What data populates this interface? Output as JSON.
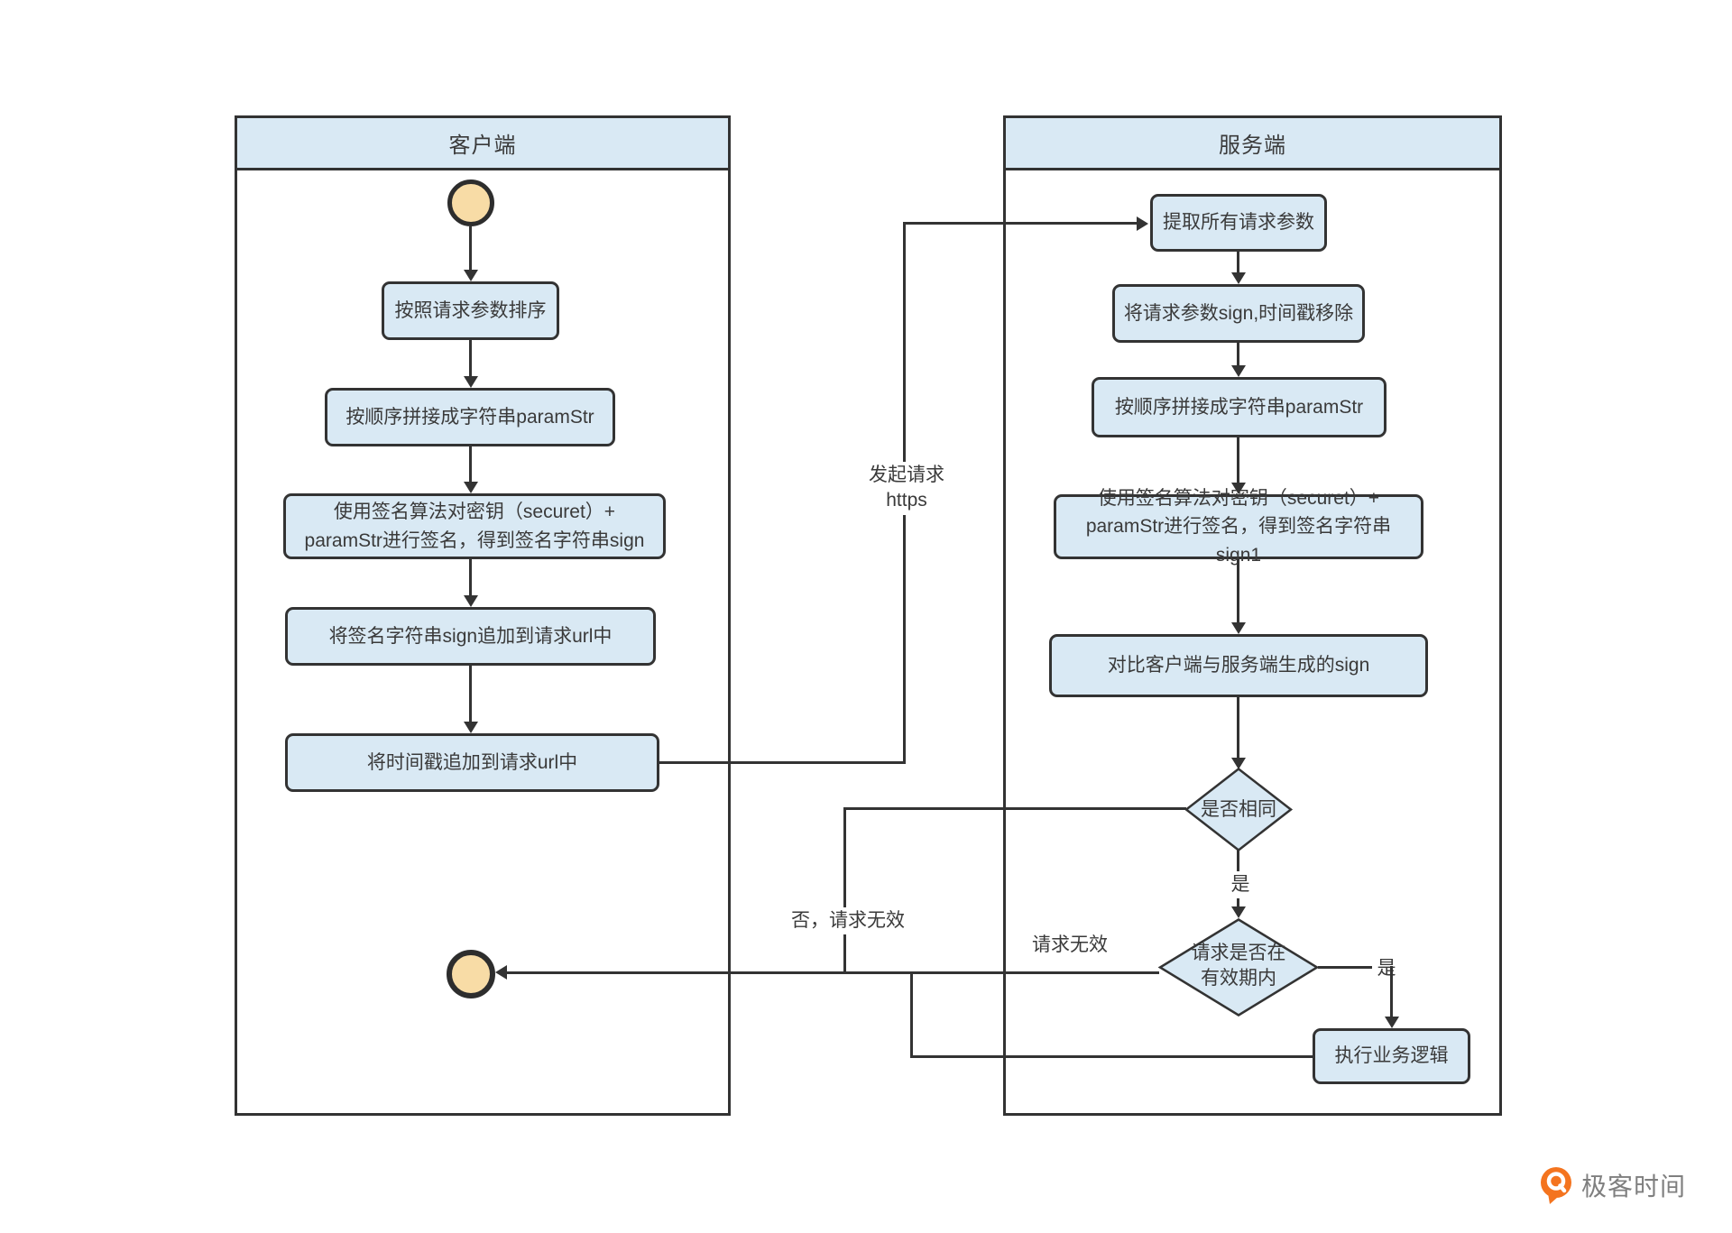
{
  "diagram": {
    "client": {
      "title": "客户端",
      "steps": {
        "sort": "按照请求参数排序",
        "concat": "按顺序拼接成字符串paramStr",
        "sign_line1": "使用签名算法对密钥（securet）+",
        "sign_line2": "paramStr进行签名，得到签名字符串sign",
        "append_sign": "将签名字符串sign追加到请求url中",
        "append_timestamp": "将时间戳追加到请求url中"
      }
    },
    "server": {
      "title": "服务端",
      "steps": {
        "extract": "提取所有请求参数",
        "remove": "将请求参数sign,时间戳移除",
        "concat": "按顺序拼接成字符串paramStr",
        "sign_line1": "使用签名算法对密钥（securet）+",
        "sign_line2": "paramStr进行签名，得到签名字符串sign1",
        "compare": "对比客户端与服务端生成的sign",
        "execute": "执行业务逻辑"
      },
      "decisions": {
        "same": "是否相同",
        "valid_line1": "请求是否在",
        "valid_line2": "有效期内"
      }
    },
    "edge_labels": {
      "request_line1": "发起请求",
      "request_line2": "https",
      "no_invalid": "否，请求无效",
      "invalid": "请求无效",
      "yes_same": "是",
      "yes_valid": "是"
    },
    "colors": {
      "node_fill": "#d9e9f4",
      "node_border": "#333333",
      "circle_fill": "#f8dca6",
      "line": "#333333",
      "brand_orange": "#f4741f",
      "brand_text": "#7f7f7f"
    }
  },
  "footer": {
    "brand": "极客时间"
  }
}
